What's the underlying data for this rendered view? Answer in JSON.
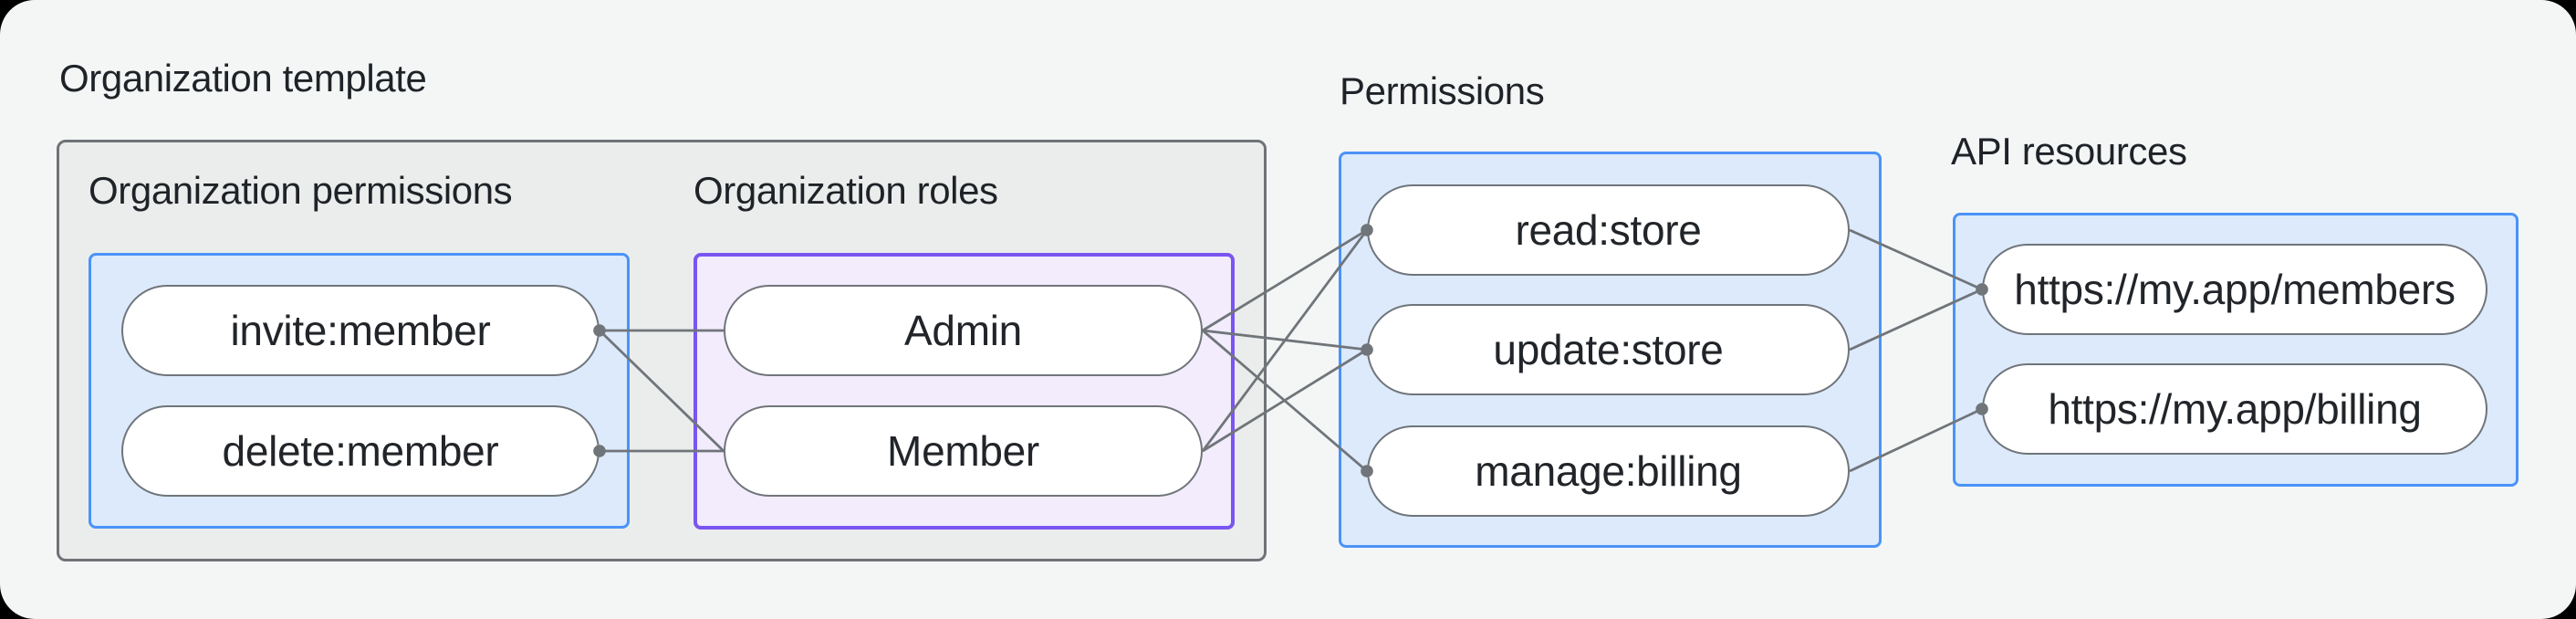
{
  "org_template": {
    "label": "Organization template"
  },
  "org_permissions": {
    "label": "Organization permissions",
    "items": [
      {
        "label": "invite:member"
      },
      {
        "label": "delete:member"
      }
    ]
  },
  "org_roles": {
    "label": "Organization roles",
    "items": [
      {
        "label": "Admin"
      },
      {
        "label": "Member"
      }
    ]
  },
  "permissions": {
    "label": "Permissions",
    "items": [
      {
        "label": "read:store"
      },
      {
        "label": "update:store"
      },
      {
        "label": "manage:billing"
      }
    ]
  },
  "api_resources": {
    "label": "API resources",
    "items": [
      {
        "label": "https://my.app/members"
      },
      {
        "label": "https://my.app/billing"
      }
    ]
  },
  "connections": [
    {
      "from": "invite:member",
      "to": "Admin"
    },
    {
      "from": "invite:member",
      "to": "Member"
    },
    {
      "from": "delete:member",
      "to": "Member"
    },
    {
      "from": "Admin",
      "to": "read:store"
    },
    {
      "from": "Admin",
      "to": "update:store"
    },
    {
      "from": "Admin",
      "to": "manage:billing"
    },
    {
      "from": "Member",
      "to": "read:store"
    },
    {
      "from": "Member",
      "to": "update:store"
    },
    {
      "from": "read:store",
      "to": "https://my.app/members"
    },
    {
      "from": "update:store",
      "to": "https://my.app/members"
    },
    {
      "from": "manage:billing",
      "to": "https://my.app/billing"
    }
  ],
  "colors": {
    "background": "#f4f6f6",
    "gray_container_fill": "#ebedec",
    "gray_container_border": "#6f7377",
    "blue_box_fill": "#dceafc",
    "blue_box_border": "#4b93f7",
    "purple_box_fill": "#f2ecfc",
    "purple_box_border": "#7a55f2",
    "pill_fill": "#ffffff",
    "stroke_gray": "#70757a",
    "text": "#1f2328"
  }
}
